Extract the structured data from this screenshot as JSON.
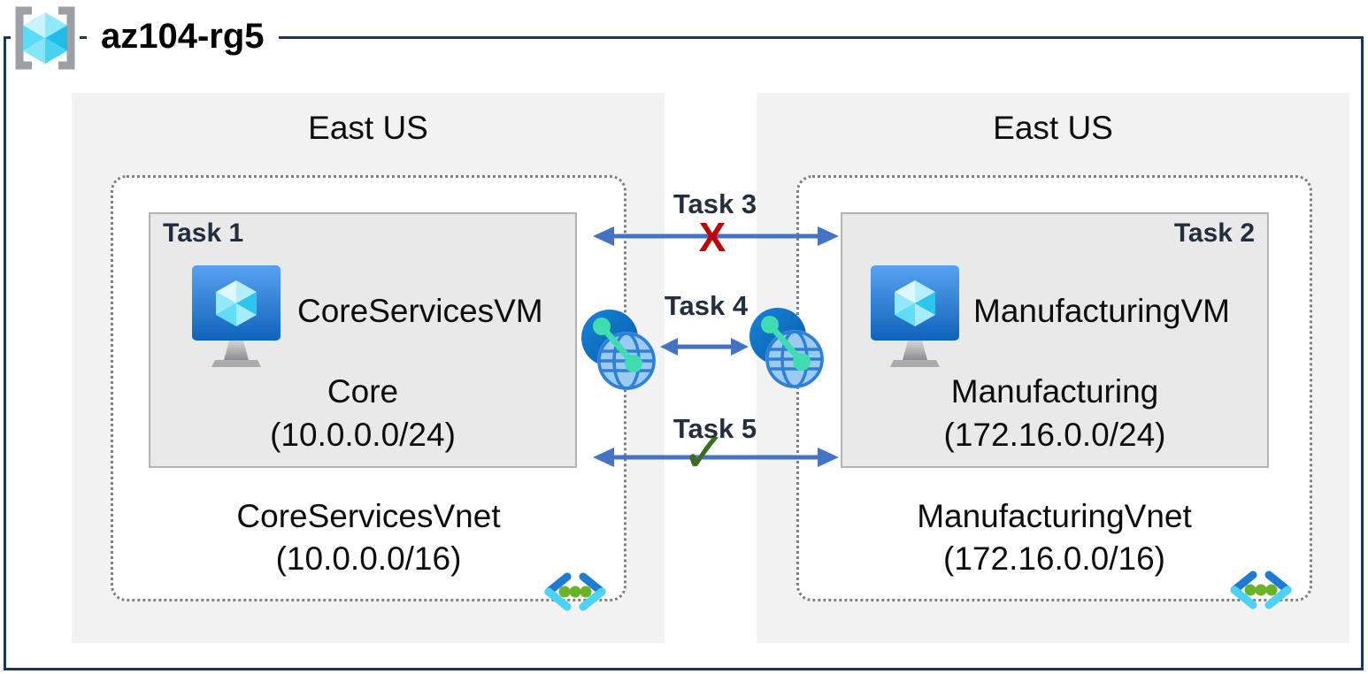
{
  "resource_group": {
    "title": "az104-rg5",
    "icon": "resource-group-icon"
  },
  "regions": {
    "left": {
      "location": "East US",
      "task_label": "Task 1",
      "vm_name": "CoreServicesVM",
      "subnet_name": "Core",
      "subnet_cidr": "(10.0.0.0/24)",
      "vnet_name": "CoreServicesVnet",
      "vnet_cidr": "(10.0.0.0/16)"
    },
    "right": {
      "location": "East US",
      "task_label": "Task 2",
      "vm_name": "ManufacturingVM",
      "subnet_name": "Manufacturing",
      "subnet_cidr": "(172.16.0.0/24)",
      "vnet_name": "ManufacturingVnet",
      "vnet_cidr": "(172.16.0.0/16)"
    }
  },
  "connections": [
    {
      "label": "Task 3",
      "status": "blocked",
      "status_symbol": "X"
    },
    {
      "label": "Task 4",
      "status": "peering-between-network-icons"
    },
    {
      "label": "Task 5",
      "status": "allowed",
      "status_symbol": "✓"
    }
  ],
  "colors": {
    "frame_border": "#17375e",
    "arrow": "#4472c4",
    "task_label": "#232e3f",
    "x_mark": "#c00404",
    "check_mark": "#3e6b1f",
    "region_bg": "#f2f2f2",
    "subnet_bg": "#e9e9e9",
    "dashed_border": "#7f7f7f"
  }
}
